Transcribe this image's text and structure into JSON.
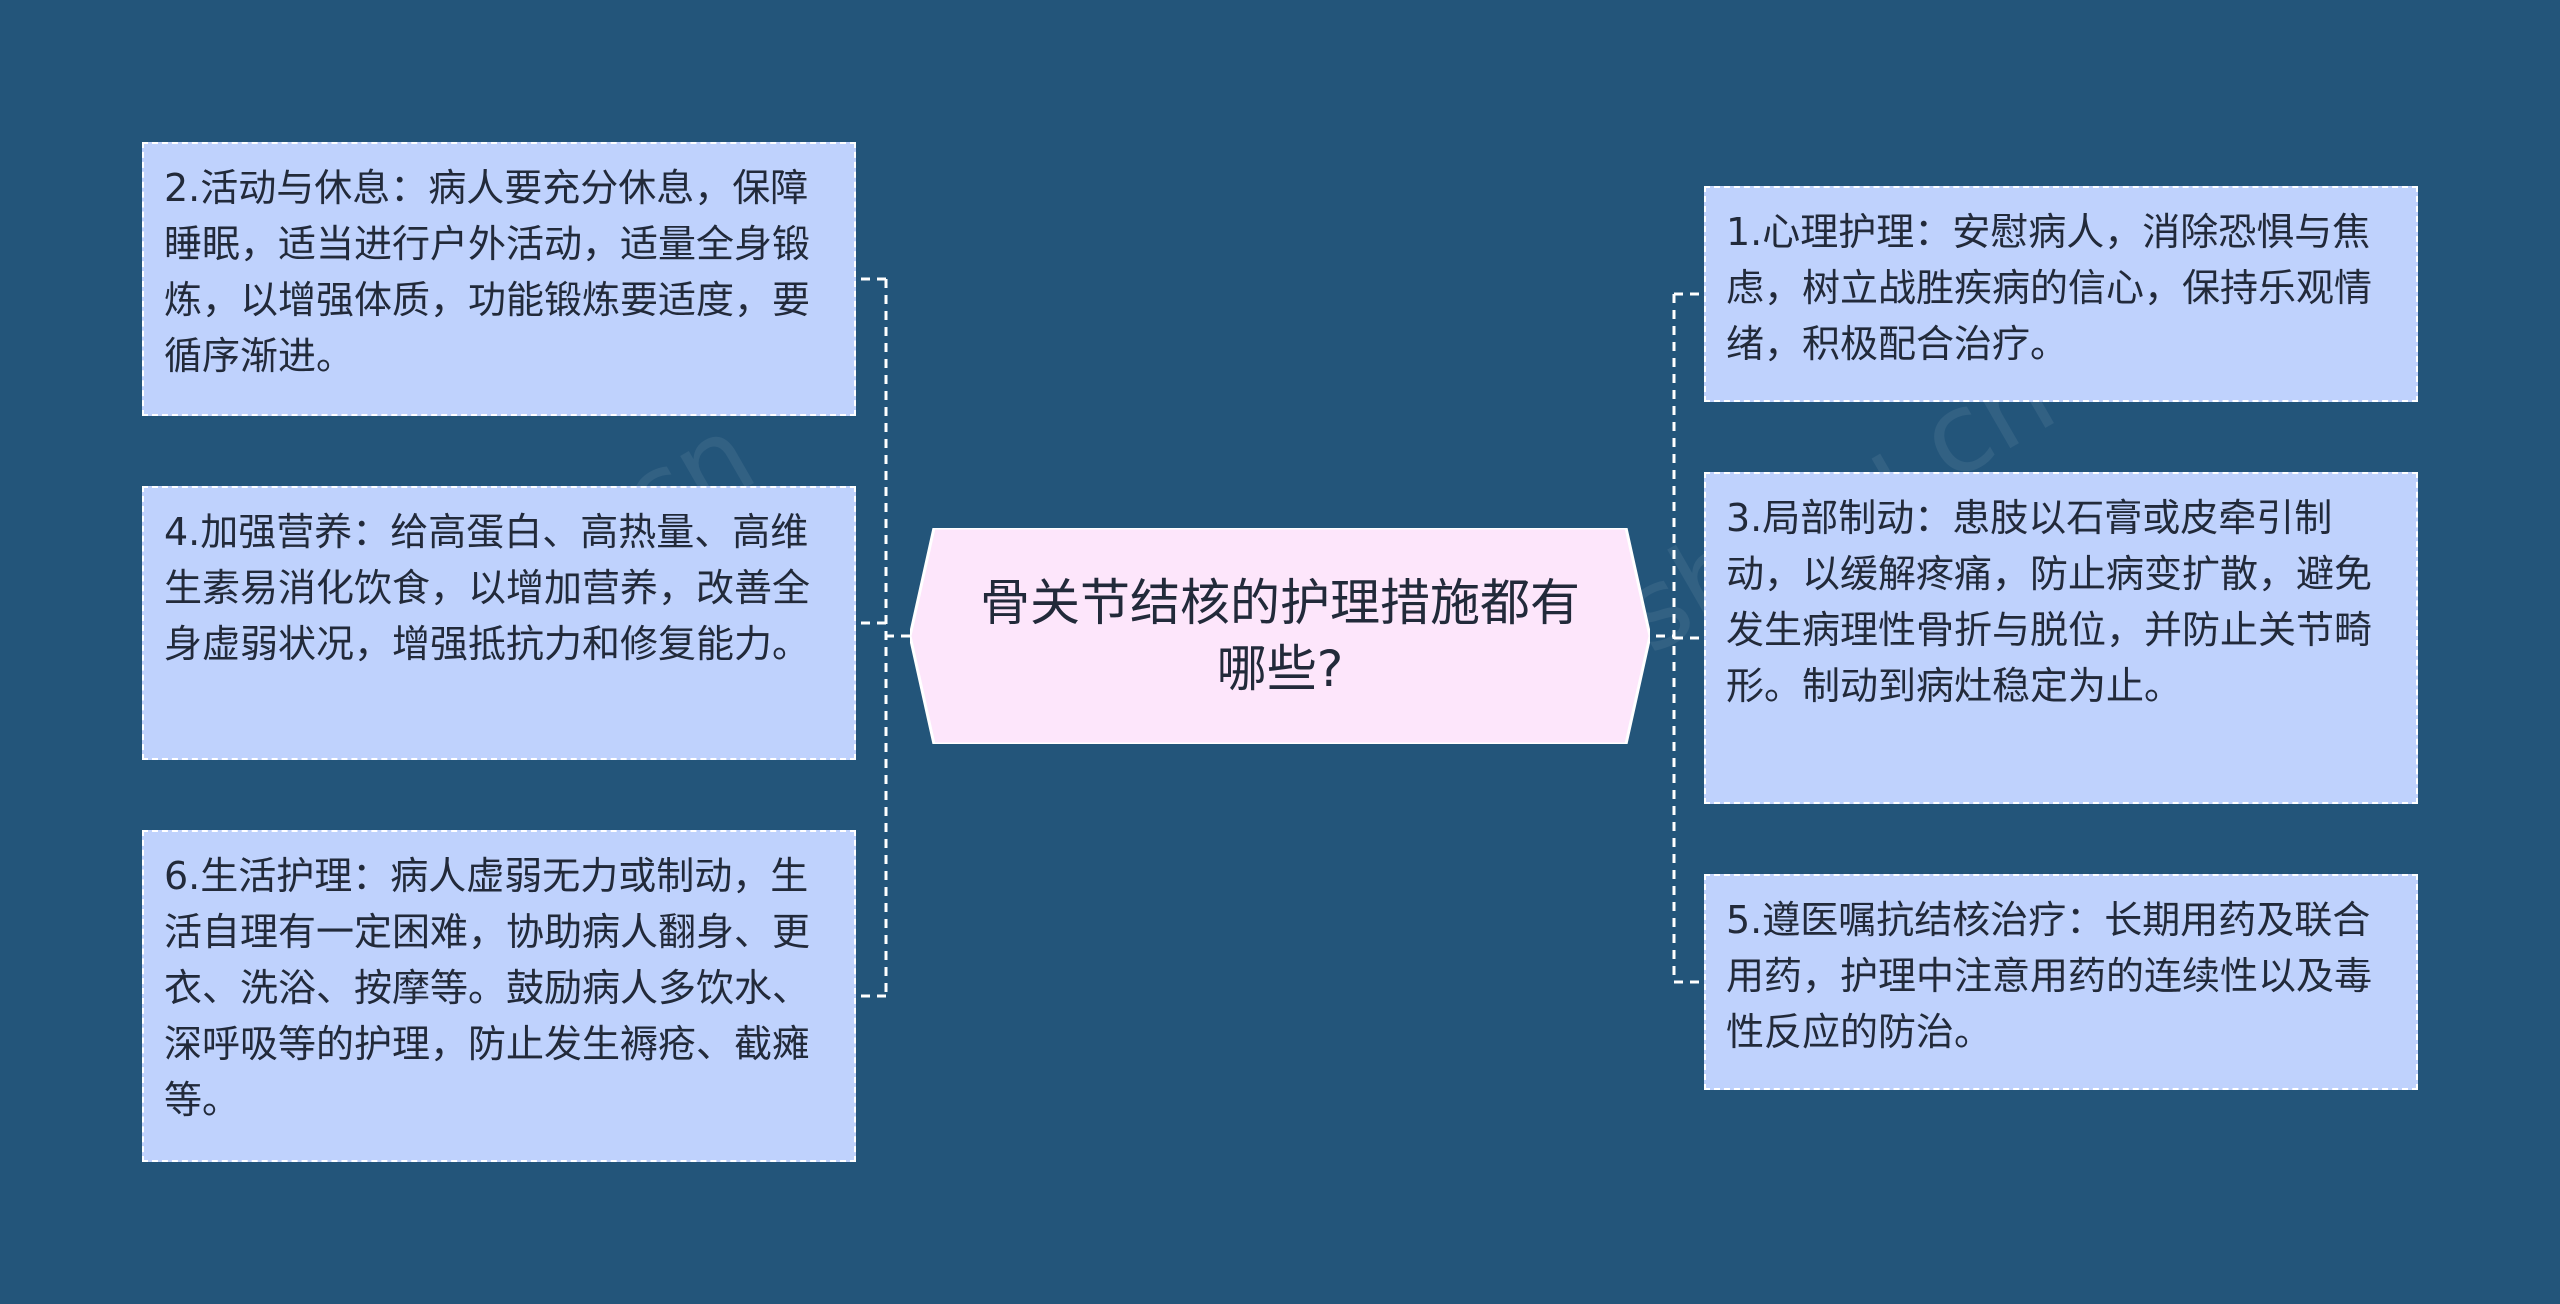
{
  "central_topic": "骨关节结核的护理措施都有哪些?",
  "branches": {
    "n1": "1.心理护理：安慰病人，消除恐惧与焦虑，树立战胜疾病的信心，保持乐观情绪，积极配合治疗。",
    "n2": "2.活动与休息：病人要充分休息，保障睡眠，适当进行户外活动，适量全身锻炼，以增强体质，功能锻炼要适度，要循序渐进。",
    "n3": "3.局部制动：患肢以石膏或皮牵引制动，以缓解疼痛，防止病变扩散，避免发生病理性骨折与脱位，并防止关节畸形。制动到病灶稳定为止。",
    "n4": "4.加强营养：给高蛋白、高热量、高维生素易消化饮食，以增加营养，改善全身虚弱状况，增强抵抗力和修复能力。",
    "n5": "5.遵医嘱抗结核治疗：长期用药及联合用药，护理中注意用药的连续性以及毒性反应的防治。",
    "n6": "6.生活护理：病人虚弱无力或制动，生活自理有一定困难，协助病人翻身、更衣、洗浴、按摩等。鼓励病人多饮水、深呼吸等的护理，防止发生褥疮、截瘫等。"
  },
  "watermark": "shutu.cn",
  "colors": {
    "background": "#23557a",
    "branch_fill": "#bfd2fd",
    "central_fill": "#fde6fb",
    "connector": "#ffffff"
  }
}
